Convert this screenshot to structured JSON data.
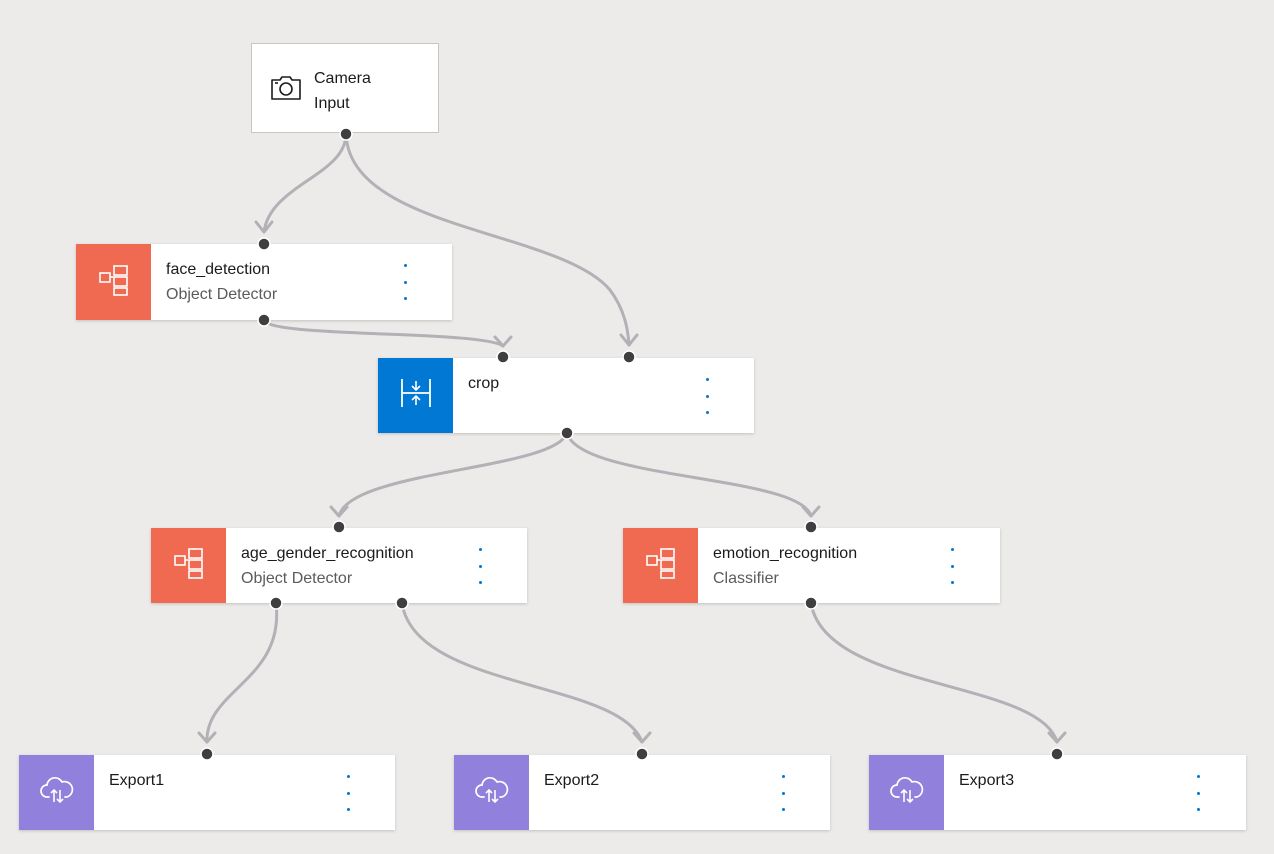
{
  "colors": {
    "model": "#f06a52",
    "transform": "#0078d4",
    "export": "#9180dc",
    "edge": "#b3b0b6",
    "port": "#3f3f3f",
    "background": "#ecebe9"
  },
  "source": {
    "icon": "camera-icon",
    "label_line1": "Camera",
    "label_line2": "Input"
  },
  "nodes": {
    "face_detection": {
      "title": "face_detection",
      "subtitle": "Object Detector",
      "icon": "model-icon"
    },
    "crop": {
      "title": "crop",
      "icon": "crop-transform-icon"
    },
    "age_gender_recognition": {
      "title": "age_gender_recognition",
      "subtitle": "Object Detector",
      "icon": "model-icon"
    },
    "emotion_recognition": {
      "title": "emotion_recognition",
      "subtitle": "Classifier",
      "icon": "model-icon"
    },
    "export1": {
      "title": "Export1",
      "icon": "cloud-upload-icon"
    },
    "export2": {
      "title": "Export2",
      "icon": "cloud-upload-icon"
    },
    "export3": {
      "title": "Export3",
      "icon": "cloud-upload-icon"
    }
  },
  "more_icon": "more-vertical-icon"
}
